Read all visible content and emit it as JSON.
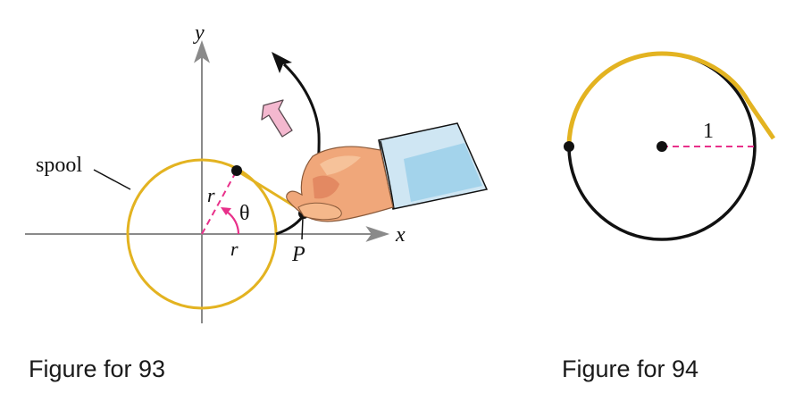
{
  "figure93": {
    "caption": "Figure for 93",
    "axis_x_label": "x",
    "axis_y_label": "y",
    "spool_label": "spool",
    "radius_label_upper": "r",
    "radius_label_lower": "r",
    "angle_label": "θ",
    "point_label": "P"
  },
  "figure94": {
    "caption": "Figure for 94",
    "radius_label": "1"
  },
  "colors": {
    "spool": "#e3b321",
    "dashed_radius": "#e8308a",
    "axes": "#8a8a8a",
    "curve": "#111111",
    "arrow_fill": "#f4b8cf"
  }
}
